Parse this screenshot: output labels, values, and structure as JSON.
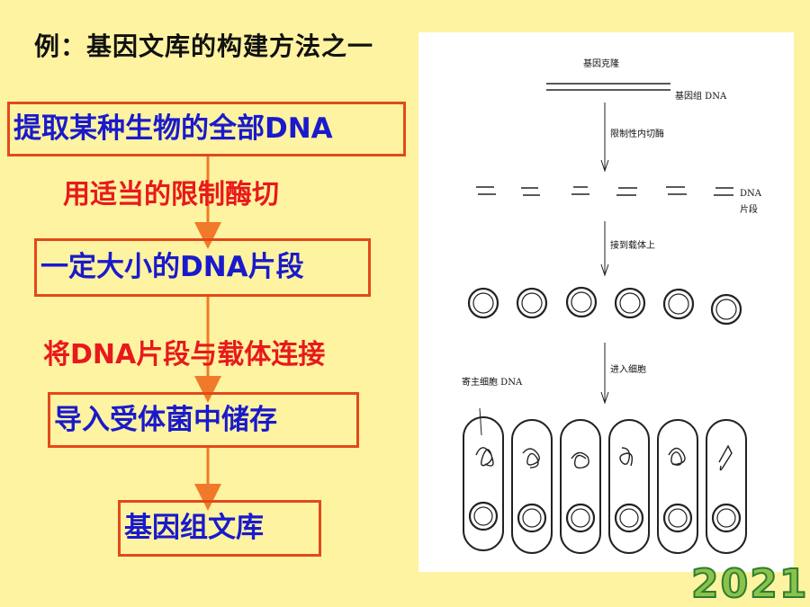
{
  "title": "例：基因文库的构建方法之一",
  "flow": {
    "steps": [
      "提取某种生物的全部DNA",
      "一定大小的DNA片段",
      "导入受体菌中储存",
      "基因组文库"
    ],
    "labels": [
      "用适当的限制酶切",
      "将DNA片段与载体连接"
    ]
  },
  "figure": {
    "gene_clone": "基因克隆",
    "genomic_dna": "基因组 DNA",
    "restriction_enzyme": "限制性内切酶",
    "dna_fragment_line1": "DNA",
    "dna_fragment_line2": "片段",
    "ligate_vector": "接到载体上",
    "enter_cell": "进入细胞",
    "host_dna": "寄主细胞 DNA"
  },
  "year": "2021",
  "colors": {
    "background": "#fdf3a0",
    "box_border": "#e2491c",
    "step_text": "#1a1acc",
    "label_text": "#e8191c",
    "arrow": "#f07a2a"
  }
}
